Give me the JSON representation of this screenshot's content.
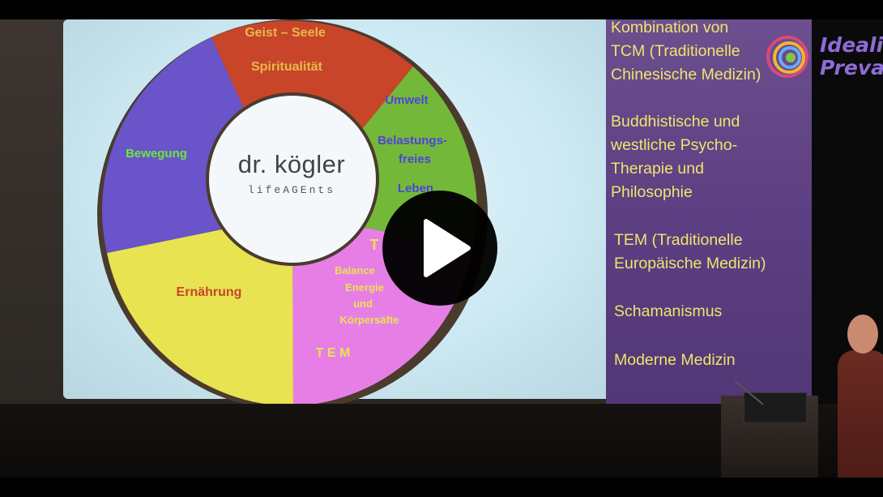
{
  "video": {
    "wheel_center_logo": "dr. kögler",
    "wheel_center_sub": "lifeAGEnts",
    "segments": {
      "top_line1": "Geist – Seele",
      "top_line2": "Spiritualität",
      "umwelt": "Umwelt",
      "belastung1": "Belastungs-",
      "belastung2": "freies",
      "belastung3": "Leben",
      "tem_partial": "T",
      "balance1": "Balance",
      "balance2": "Energie",
      "balance3": "und",
      "balance4": "Körpersäfte",
      "tem": "T E M",
      "ernaehrung": "Ernährung",
      "bewegung": "Bewegung"
    },
    "right_list": {
      "item1_l1": "Kombination von",
      "item1_l2": "TCM (Traditionelle",
      "item1_l3": "Chinesische Medizin)",
      "item2_l1": "Buddhistische und",
      "item2_l2": "westliche Psycho-",
      "item2_l3": "Therapie und",
      "item2_l4": "Philosophie",
      "item3_l1": "TEM (Traditionelle",
      "item3_l2": "Europäische Medizin)",
      "item4": "Schamanismus",
      "item5": "Moderne Medizin"
    },
    "brand_l1": "Ideali",
    "brand_l2": "Preva"
  },
  "colors": {
    "red_segment": "#c8452a",
    "green_segment": "#74b83a",
    "magenta_segment": "#e77ee6",
    "yellow_segment": "#e8e351",
    "purple_segment": "#6a54c9",
    "ring_border": "#4a3b2d",
    "text_gold": "#e8b84a",
    "text_blue": "#4d45d8",
    "text_red": "#c6452b",
    "text_green": "#6fe53e",
    "right_text": "#f0e46d"
  },
  "controls": {
    "play_button_icon": "play-icon"
  }
}
